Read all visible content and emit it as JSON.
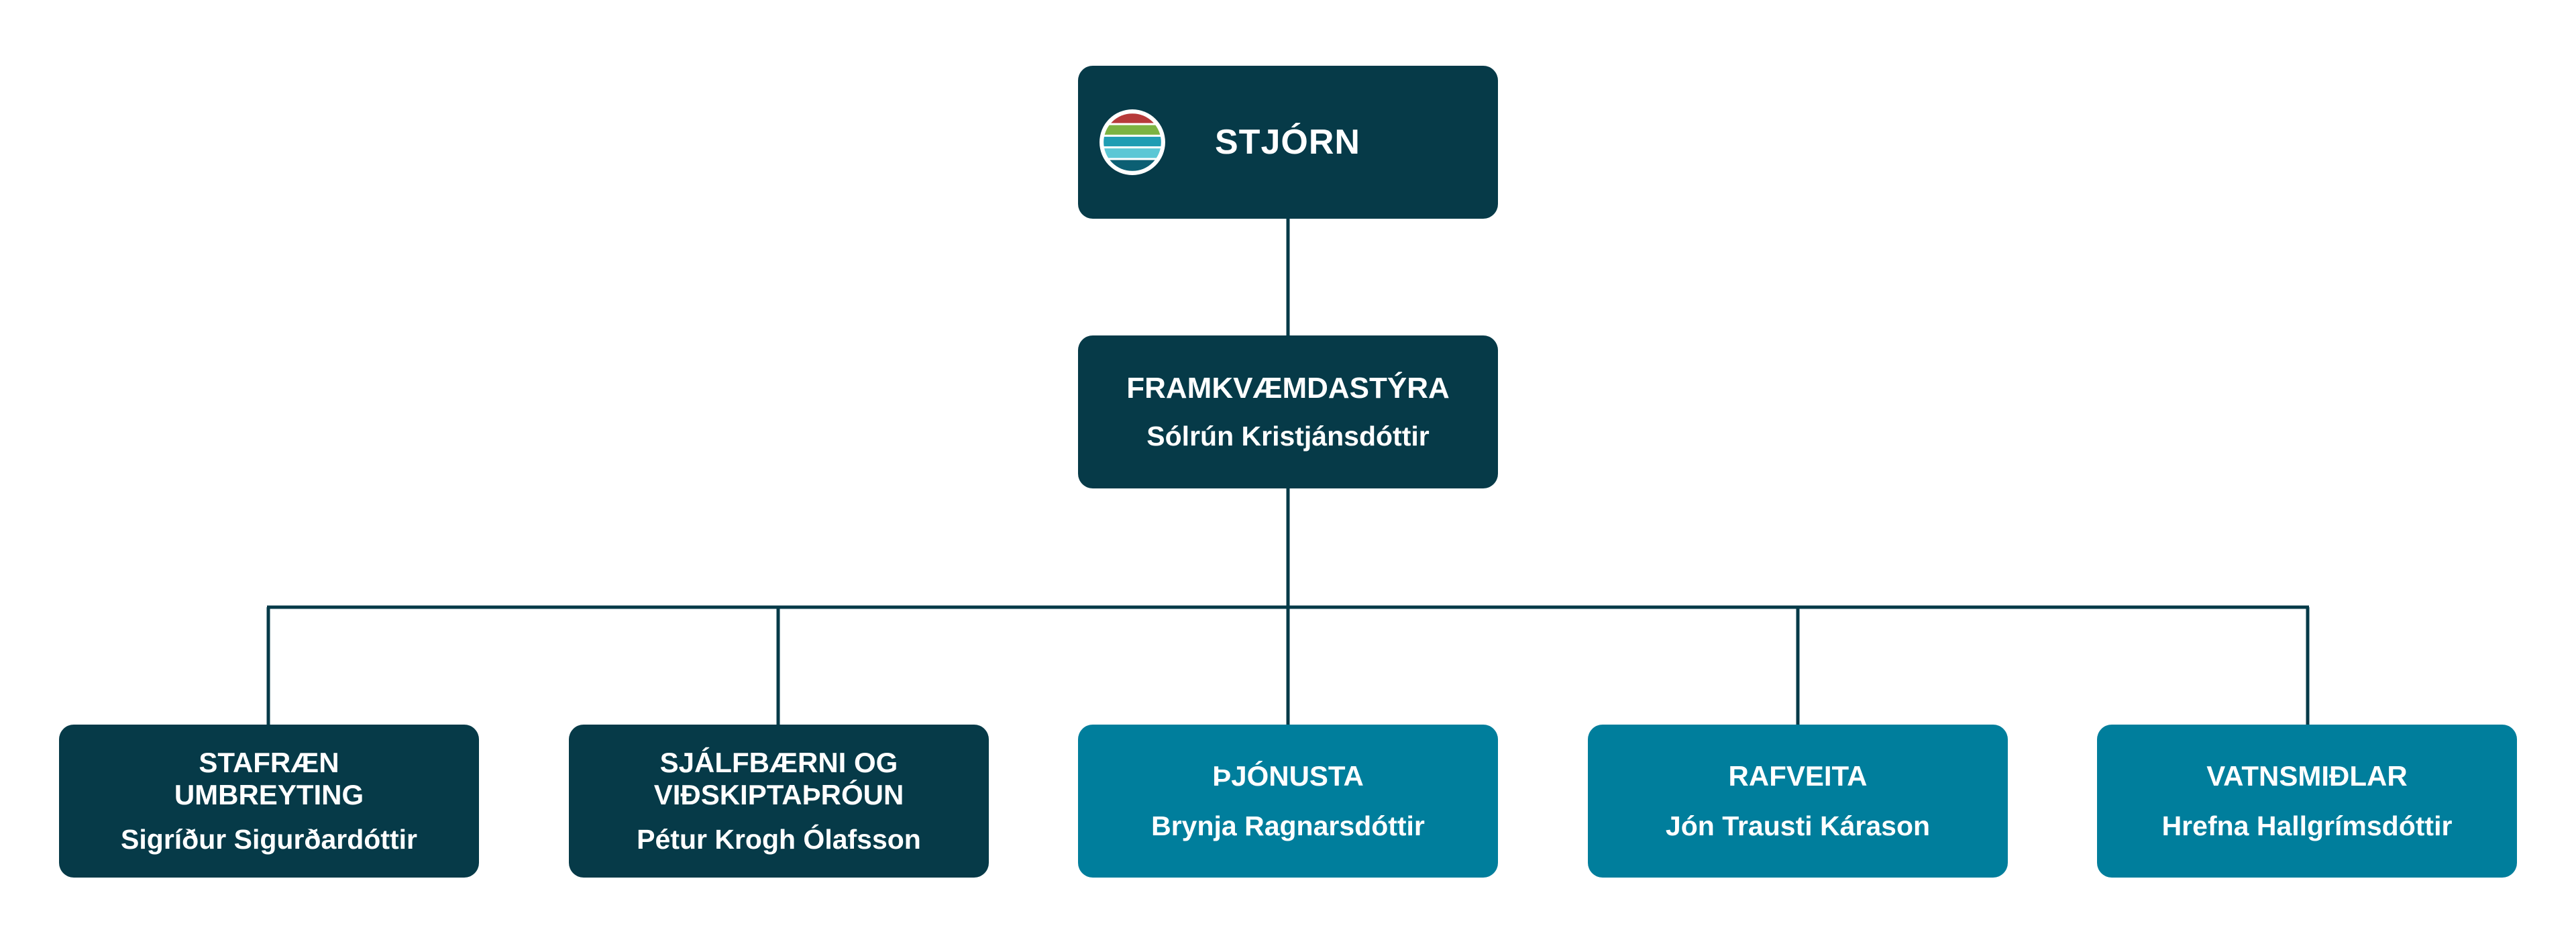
{
  "colors": {
    "dark_box": "#063a48",
    "teal_box": "#007e9c",
    "connector": "#063a48",
    "logo_stripes": [
      "#b73a3a",
      "#7cb342",
      "#1f9db3",
      "#5bc7d5",
      "#0c5f73"
    ]
  },
  "board": {
    "logo_icon": "striped-circle-logo",
    "title": "STJÓRN"
  },
  "ceo": {
    "role": "FRAMKVÆMDASTÝRA",
    "name": "Sólrún Kristjánsdóttir"
  },
  "departments": [
    {
      "role_line1": "STAFRÆN",
      "role_line2": "UMBREYTING",
      "name": "Sigríður Sigurðardóttir",
      "color": "dark"
    },
    {
      "role_line1": "SJÁLFBÆRNI OG",
      "role_line2": "VIÐSKIPTAÞRÓUN",
      "name": "Pétur Krogh Ólafsson",
      "color": "dark"
    },
    {
      "role_line1": "ÞJÓNUSTA",
      "role_line2": "",
      "name": "Brynja Ragnarsdóttir",
      "color": "teal"
    },
    {
      "role_line1": "RAFVEITA",
      "role_line2": "",
      "name": "Jón Trausti Kárason",
      "color": "teal"
    },
    {
      "role_line1": "VATNSMIÐLAR",
      "role_line2": "",
      "name": "Hrefna Hallgrímsdóttir",
      "color": "teal"
    }
  ]
}
